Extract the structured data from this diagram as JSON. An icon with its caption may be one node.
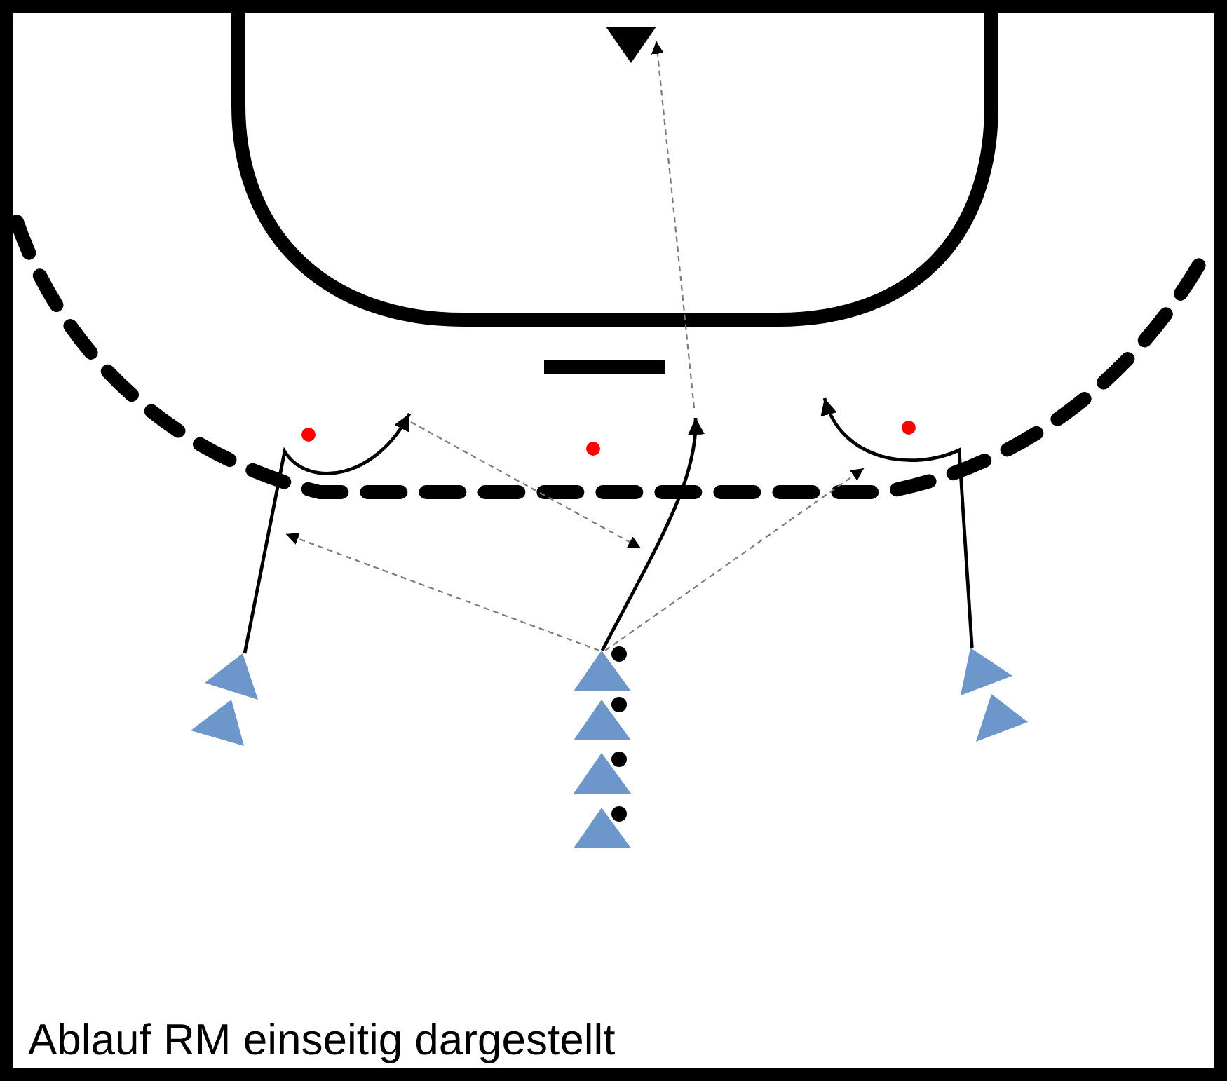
{
  "diagram": {
    "caption": "Ablauf RM einseitig dargestellt",
    "nodes": [
      {
        "text": [],
        "shape": "triangle"
      },
      {
        "text": [],
        "shape": "triangle"
      },
      {
        "text": [],
        "shape": "triangle"
      },
      {
        "text": [],
        "shape": "triangle"
      },
      {
        "text": [],
        "shape": "triangle"
      },
      {
        "text": [],
        "shape": "triangle"
      },
      {
        "text": [],
        "shape": "triangle"
      },
      {
        "text": [],
        "shape": "triangle"
      },
      {
        "text": [],
        "shape": "triangle"
      }
    ],
    "edges": [
      {
        "from": 1,
        "to": null,
        "arrow": "to"
      },
      {
        "from": 3,
        "to": null,
        "arrow": "to"
      },
      {
        "from": 7,
        "to": null,
        "arrow": "to"
      },
      {
        "from": 3,
        "to": null,
        "arrow": "to",
        "style": "dashed",
        "color": "#7a7a7a"
      },
      {
        "from": 3,
        "to": null,
        "arrow": "to",
        "style": "dashed",
        "color": "#7a7a7a"
      },
      {
        "from": null,
        "to": 0,
        "arrow": "to",
        "style": "dashed",
        "color": "#7a7a7a"
      }
    ]
  }
}
